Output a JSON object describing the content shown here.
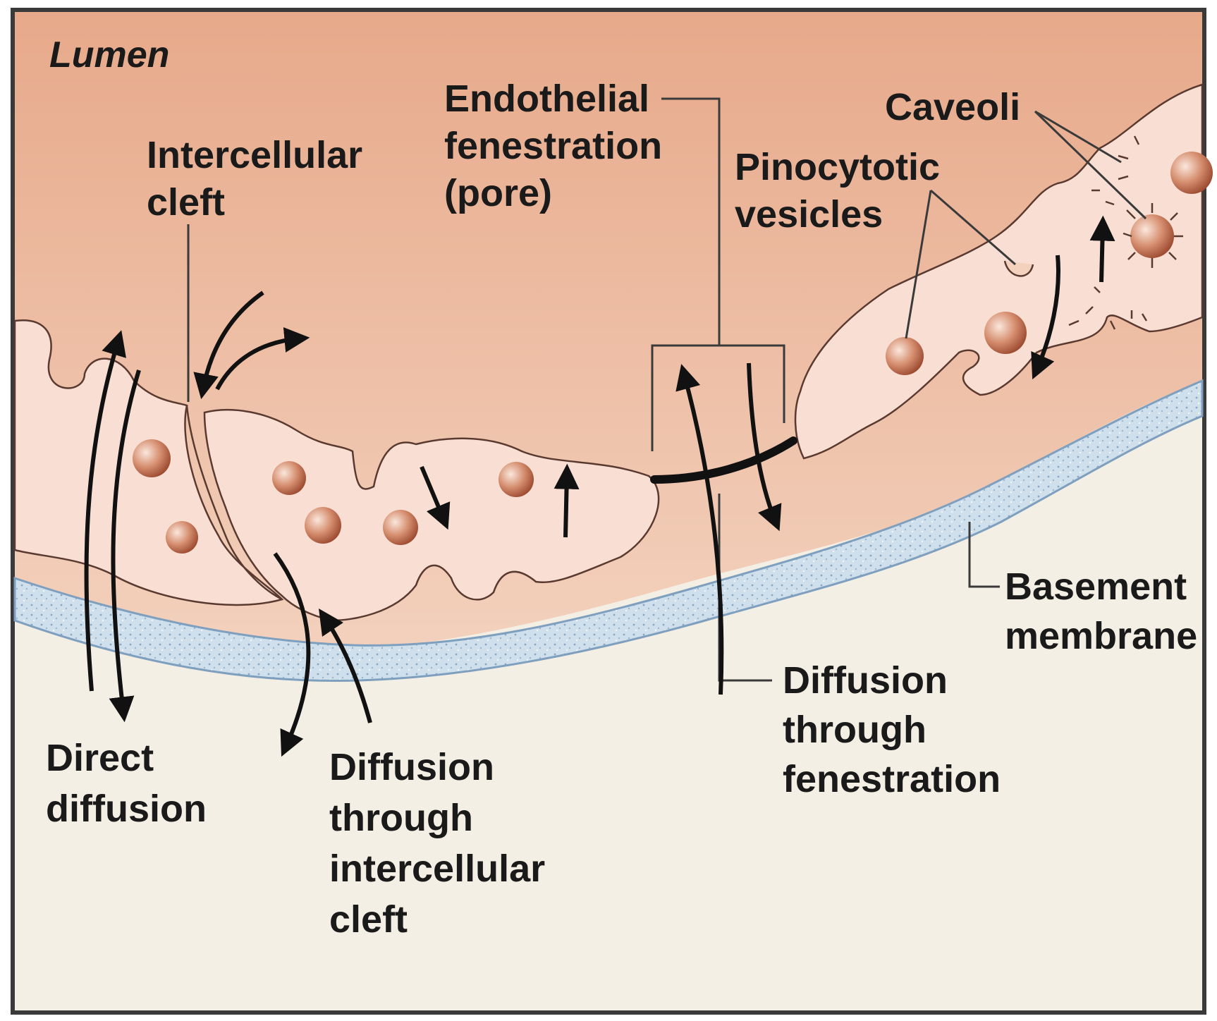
{
  "diagram": {
    "labels": {
      "lumen": "Lumen",
      "intercellular_cleft": [
        "Intercellular",
        "cleft"
      ],
      "endothelial_fenestration": [
        "Endothelial",
        "fenestration",
        "(pore)"
      ],
      "pinocytotic_vesicles": [
        "Pinocytotic",
        "vesicles"
      ],
      "caveoli": "Caveoli",
      "basement_membrane": [
        "Basement",
        "membrane"
      ],
      "direct_diffusion": [
        "Direct",
        "diffusion"
      ],
      "diffusion_intercellular_cleft": [
        "Diffusion",
        "through",
        "intercellular",
        "cleft"
      ],
      "diffusion_fenestration": [
        "Diffusion",
        "through",
        "fenestration"
      ]
    },
    "colors": {
      "lumen_top": "#e7a98a",
      "lumen_bottom": "#f3d1bd",
      "cell_fill": "#f9dfd3",
      "cell_outline": "#5a3a30",
      "basement_membrane": "#c9dbe8",
      "basement_membrane_edge": "#7f9fbf",
      "interstitium": "#f4efe4",
      "vesicle": "#c8765a",
      "vesicle_highlight": "#fbe7dc",
      "frame": "#3a3a3a",
      "arrow": "#111111"
    }
  }
}
